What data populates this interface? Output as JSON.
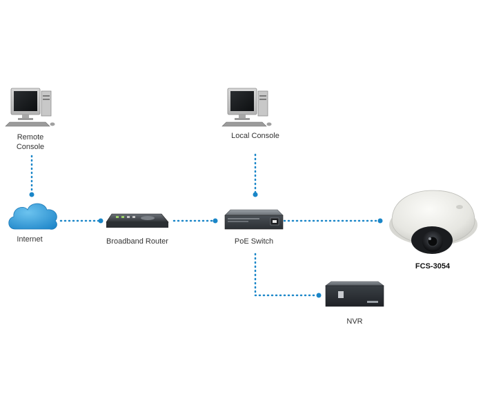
{
  "colors": {
    "connector": "#1a86c8",
    "cloud": "#3aa0dc",
    "device_dark": "#3c4147",
    "device_light": "#e9e9e6",
    "label_text": "#333333"
  },
  "nodes": {
    "remote_console": {
      "line1": "Remote",
      "line2": "Console",
      "icon": "desktop-computer-icon"
    },
    "local_console": {
      "label": "Local Console",
      "icon": "desktop-computer-icon"
    },
    "internet": {
      "label": "Internet",
      "icon": "cloud-icon"
    },
    "router": {
      "label": "Broadband Router",
      "icon": "router-icon"
    },
    "poe_switch": {
      "label": "PoE Switch",
      "icon": "switch-icon"
    },
    "camera": {
      "label": "FCS-3054",
      "icon": "dome-camera-icon"
    },
    "nvr": {
      "label": "NVR",
      "icon": "nvr-icon"
    }
  },
  "connections": [
    {
      "from": "remote_console",
      "to": "internet"
    },
    {
      "from": "internet",
      "to": "router"
    },
    {
      "from": "router",
      "to": "poe_switch"
    },
    {
      "from": "local_console",
      "to": "poe_switch"
    },
    {
      "from": "poe_switch",
      "to": "camera"
    },
    {
      "from": "poe_switch",
      "to": "nvr"
    }
  ]
}
